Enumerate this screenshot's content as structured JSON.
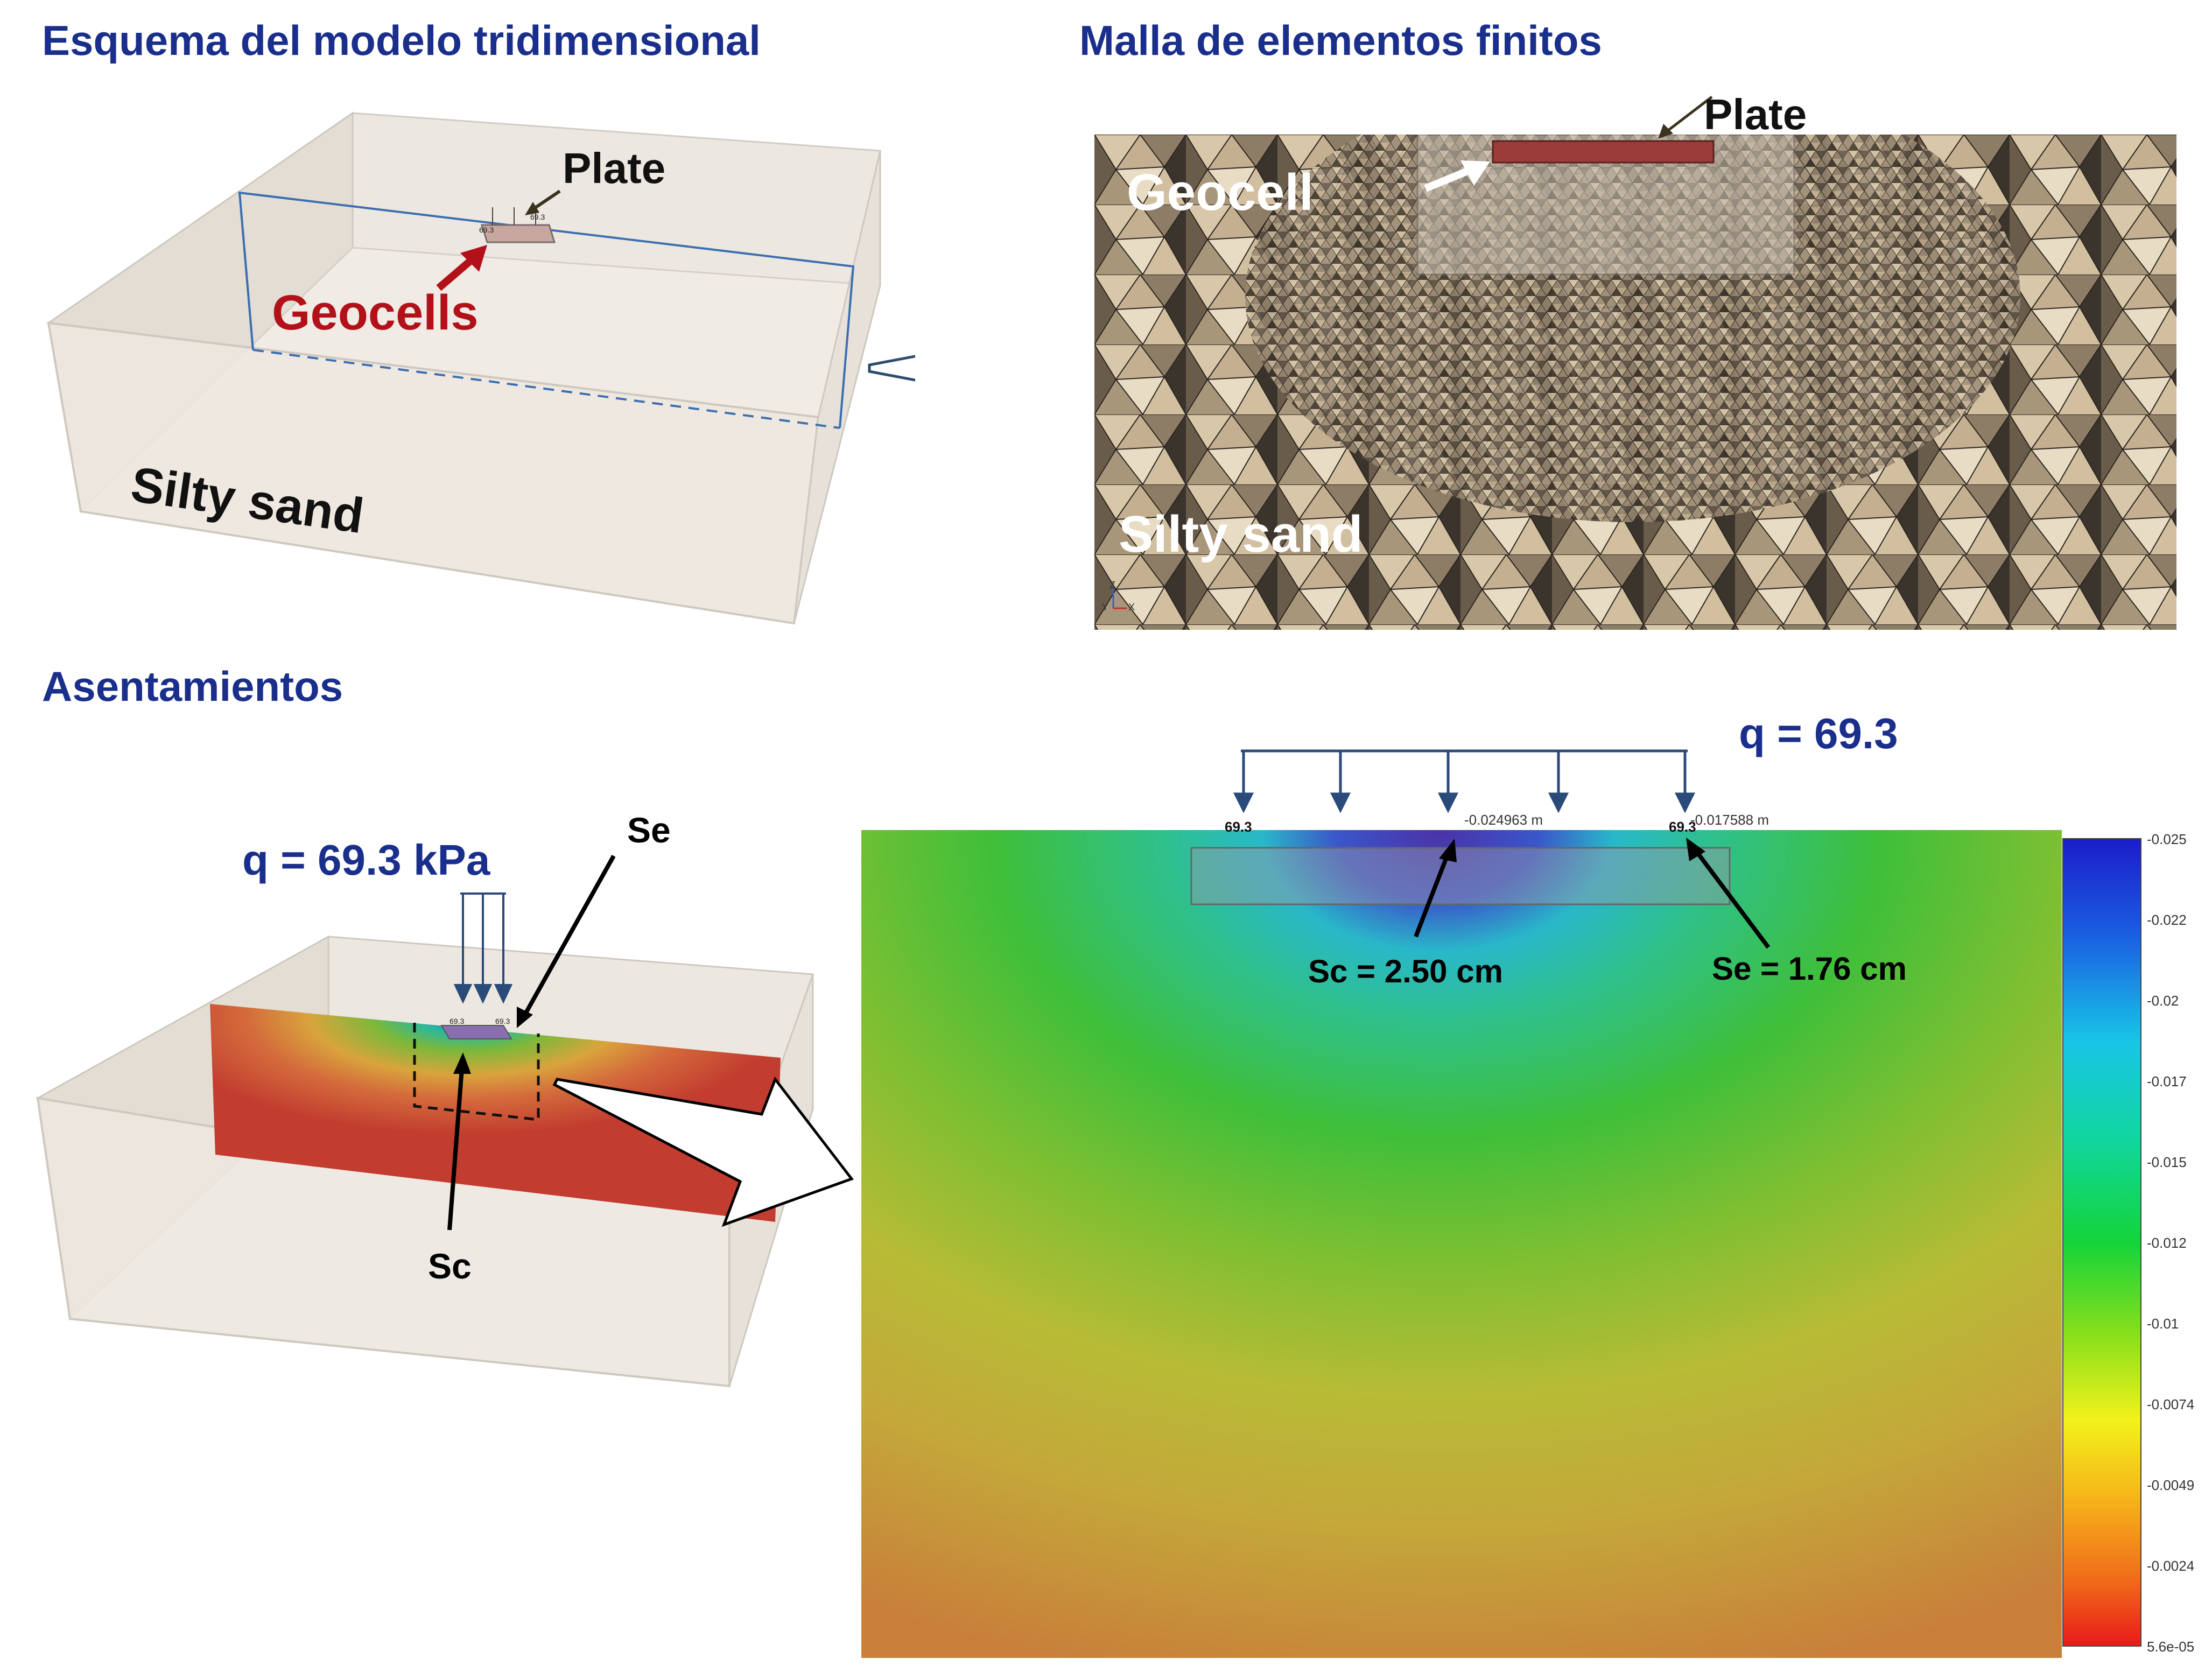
{
  "titles": {
    "schema": "Esquema del modelo tridimensional",
    "mesh": "Malla de elementos finitos",
    "settlement": "Asentamientos"
  },
  "schema_panel": {
    "plate_label": "Plate",
    "geocells_label": "Geocells",
    "soil_label": "Silty sand",
    "tiny_load_value": "69.3"
  },
  "mesh_panel": {
    "plate_label": "Plate",
    "geocell_label": "Geocell",
    "soil_label": "Silty sand",
    "axis_z": "Z",
    "axis_y": "Y",
    "axis_x": "X"
  },
  "settlement_panel": {
    "load_label": "q = 69.3 kPa",
    "se_label": "Se",
    "sc_label": "Sc",
    "tiny_load_value": "69.3"
  },
  "contour_panel": {
    "load_label": "q = 69.3",
    "left_load_tag": "69.3",
    "right_load_tag": "69.3",
    "center_value": "-0.024963 m",
    "edge_value": "-0.017588 m",
    "sc_result": "Sc = 2.50 cm",
    "se_result": "Se = 1.76 cm",
    "legend_ticks": [
      "-0.025",
      "-0.022",
      "-0.02",
      "-0.017",
      "-0.015",
      "-0.012",
      "-0.01",
      "-0.0074",
      "-0.0049",
      "-0.0024",
      "5.6e-05"
    ]
  },
  "colors": {
    "title_blue": "#1a2f8c",
    "geocells_red": "#b3111a",
    "arrow_blue": "#2a4a7a",
    "box_face": "#ece7e0",
    "section_red": "#c23c2f"
  }
}
